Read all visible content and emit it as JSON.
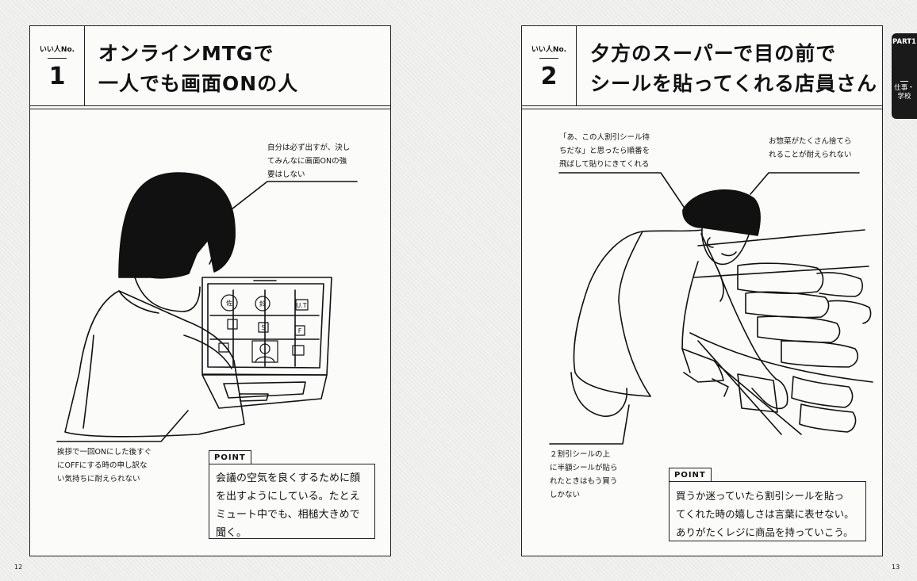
{
  "left_page": {
    "number_label": "いい人No.",
    "number": "1",
    "title_line1": "オンラインMTGで",
    "title_line2": "一人でも画面ONの人",
    "caption_top": [
      "自分は必ず出すが、決し",
      "てみんなに画面ONの強",
      "要はしない"
    ],
    "caption_bottom": [
      "挨拶で一回ONにした後すぐ",
      "にOFFにする時の申し訳な",
      "い気持ちに耐えられない"
    ],
    "point_label": "POINT",
    "point_text": [
      "会議の空気を良くするために顔",
      "を出すようにしている。たとえ",
      "ミュート中でも、相槌大きめで",
      "聞く。"
    ],
    "screen_tiles": [
      "佐",
      "鈴",
      "U.T",
      "S",
      "F"
    ],
    "page_number": "12"
  },
  "right_page": {
    "number_label": "いい人No.",
    "number": "2",
    "title_line1": "夕方のスーパーで目の前で",
    "title_line2": "シールを貼ってくれる店員さん",
    "caption_left": [
      "「あ、この人割引シール待",
      "ちだな」と思ったら順番を",
      "飛ばして貼りにきてくれる"
    ],
    "caption_right": [
      "お惣菜がたくさん捨てら",
      "れることが耐えられない"
    ],
    "caption_bottom": [
      "２割引シールの上",
      "に半額シールが貼ら",
      "れたときはもう買う",
      "しかない"
    ],
    "point_label": "POINT",
    "point_text": [
      "買うか迷っていたら割引シールを貼っ",
      "てくれた時の嬉しさは言葉に表せない。",
      "ありがたくレジに商品を持っていこう。"
    ],
    "page_number": "13"
  },
  "side_tab": {
    "part": "PART1",
    "section": "仕事・学校"
  }
}
